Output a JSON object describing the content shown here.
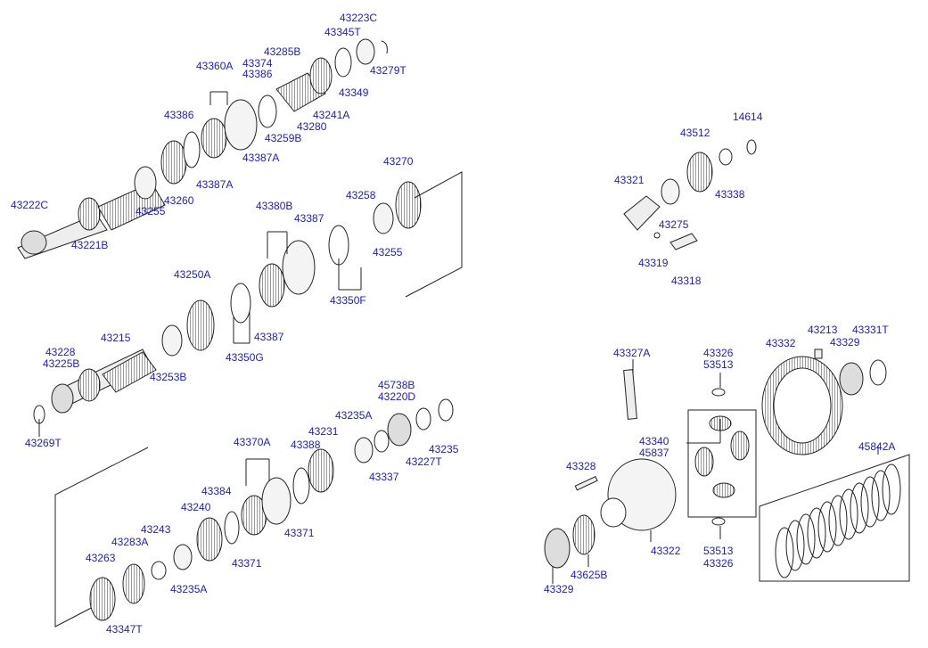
{
  "labels": {
    "p43223C": "43223C",
    "p43345T": "43345T",
    "p43285B": "43285B",
    "p43374": "43374",
    "p43386a": "43386",
    "p43360A": "43360A",
    "p43279T": "43279T",
    "p43349": "43349",
    "p43241A": "43241A",
    "p43280": "43280",
    "p43259B": "43259B",
    "p43386b": "43386",
    "p43387Aa": "43387A",
    "p43387Ab": "43387A",
    "p43260": "43260",
    "p43255a": "43255",
    "p43222C": "43222C",
    "p43221B": "43221B",
    "p43270": "43270",
    "p43258": "43258",
    "p43380B": "43380B",
    "p43387a": "43387",
    "p43255b": "43255",
    "p43350F": "43350F",
    "p43250A": "43250A",
    "p43387b": "43387",
    "p43350G": "43350G",
    "p43215": "43215",
    "p43228": "43228",
    "p43225B": "43225B",
    "p43253B": "43253B",
    "p43269T": "43269T",
    "p45738B": "45738B",
    "p43220D": "43220D",
    "p43235A": "43235A",
    "p43231": "43231",
    "p43370A": "43370A",
    "p43388": "43388",
    "p43235": "43235",
    "p43227T": "43227T",
    "p43337": "43337",
    "p43384": "43384",
    "p43240": "43240",
    "p43371a": "43371",
    "p43371b": "43371",
    "p43243": "43243",
    "p43283A": "43283A",
    "p43263": "43263",
    "p43235Ab": "43235A",
    "p43347T": "43347T",
    "p14614": "14614",
    "p43512": "43512",
    "p43321": "43321",
    "p43338": "43338",
    "p43275": "43275",
    "p43319": "43319",
    "p43318": "43318",
    "p43327A": "43327A",
    "p43326a": "43326",
    "p53513a": "53513",
    "p43332": "43332",
    "p43213": "43213",
    "p43331T": "43331T",
    "p43329a": "43329",
    "p43340": "43340",
    "p45837": "45837",
    "p45842A": "45842A",
    "p43328": "43328",
    "p43322": "43322",
    "p53513b": "53513",
    "p43326b": "43326",
    "p43329b": "43329",
    "p43625B": "43625B"
  }
}
